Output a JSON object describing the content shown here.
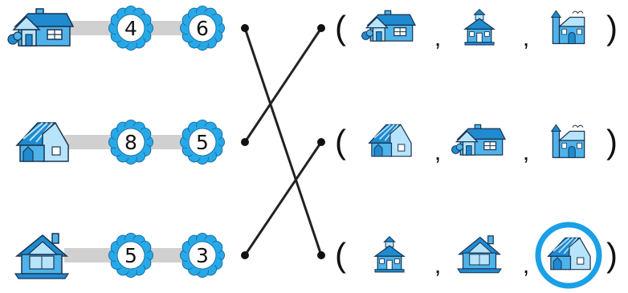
{
  "colors": {
    "house_fill": "#4fb3ea",
    "house_light": "#b8e4fb",
    "house_roof": "#1f8ad0",
    "outline": "#1a3550",
    "bar": "#d0d0d0",
    "flower": "#27a9e8",
    "line": "#222222",
    "circle_mark": "#1aa0e6"
  },
  "rows": [
    {
      "house_icon": "cottage-with-chimney-icon",
      "num_a": "4",
      "num_b": "6"
    },
    {
      "house_icon": "tall-roof-house-icon",
      "num_a": "8",
      "num_b": "5"
    },
    {
      "house_icon": "gable-house-icon",
      "num_a": "5",
      "num_b": "3"
    }
  ],
  "choices": [
    {
      "open_paren": "(",
      "close_paren": ")",
      "sep1": ",",
      "sep2": ",",
      "options": [
        "cottage-with-chimney-icon",
        "schoolhouse-icon",
        "castle-house-icon"
      ]
    },
    {
      "open_paren": "(",
      "close_paren": ")",
      "sep1": ",",
      "sep2": ",",
      "options": [
        "tall-roof-house-icon",
        "cottage-with-chimney-icon",
        "castle-house-icon"
      ]
    },
    {
      "open_paren": "(",
      "close_paren": ")",
      "sep1": ",",
      "sep2": ",",
      "options": [
        "schoolhouse-icon",
        "gable-house-icon",
        "tall-roof-house-icon"
      ]
    }
  ],
  "connections": [
    {
      "from_row": 1,
      "to_row": 3
    },
    {
      "from_row": 2,
      "to_row": 1
    },
    {
      "from_row": 3,
      "to_row": 2
    }
  ],
  "circled_answer": {
    "row": 3,
    "option": 3
  }
}
